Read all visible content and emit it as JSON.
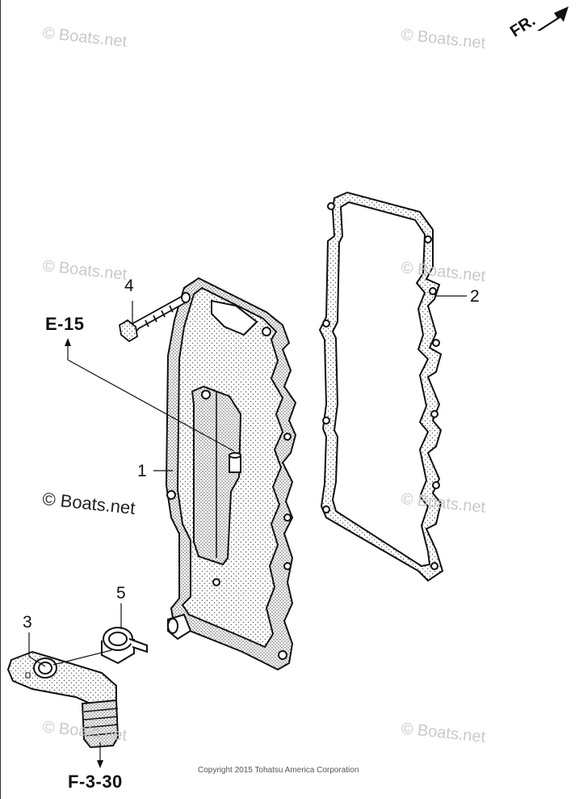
{
  "watermark": "© Boats.net",
  "callouts": {
    "p1": "1",
    "p2": "2",
    "p3": "3",
    "p4": "4",
    "p5": "5"
  },
  "refs": {
    "top": "E-15",
    "bottom": "F-3-30"
  },
  "direction_label": "FR.",
  "copyright": "Copyright 2015 Tohatsu America Corporation"
}
